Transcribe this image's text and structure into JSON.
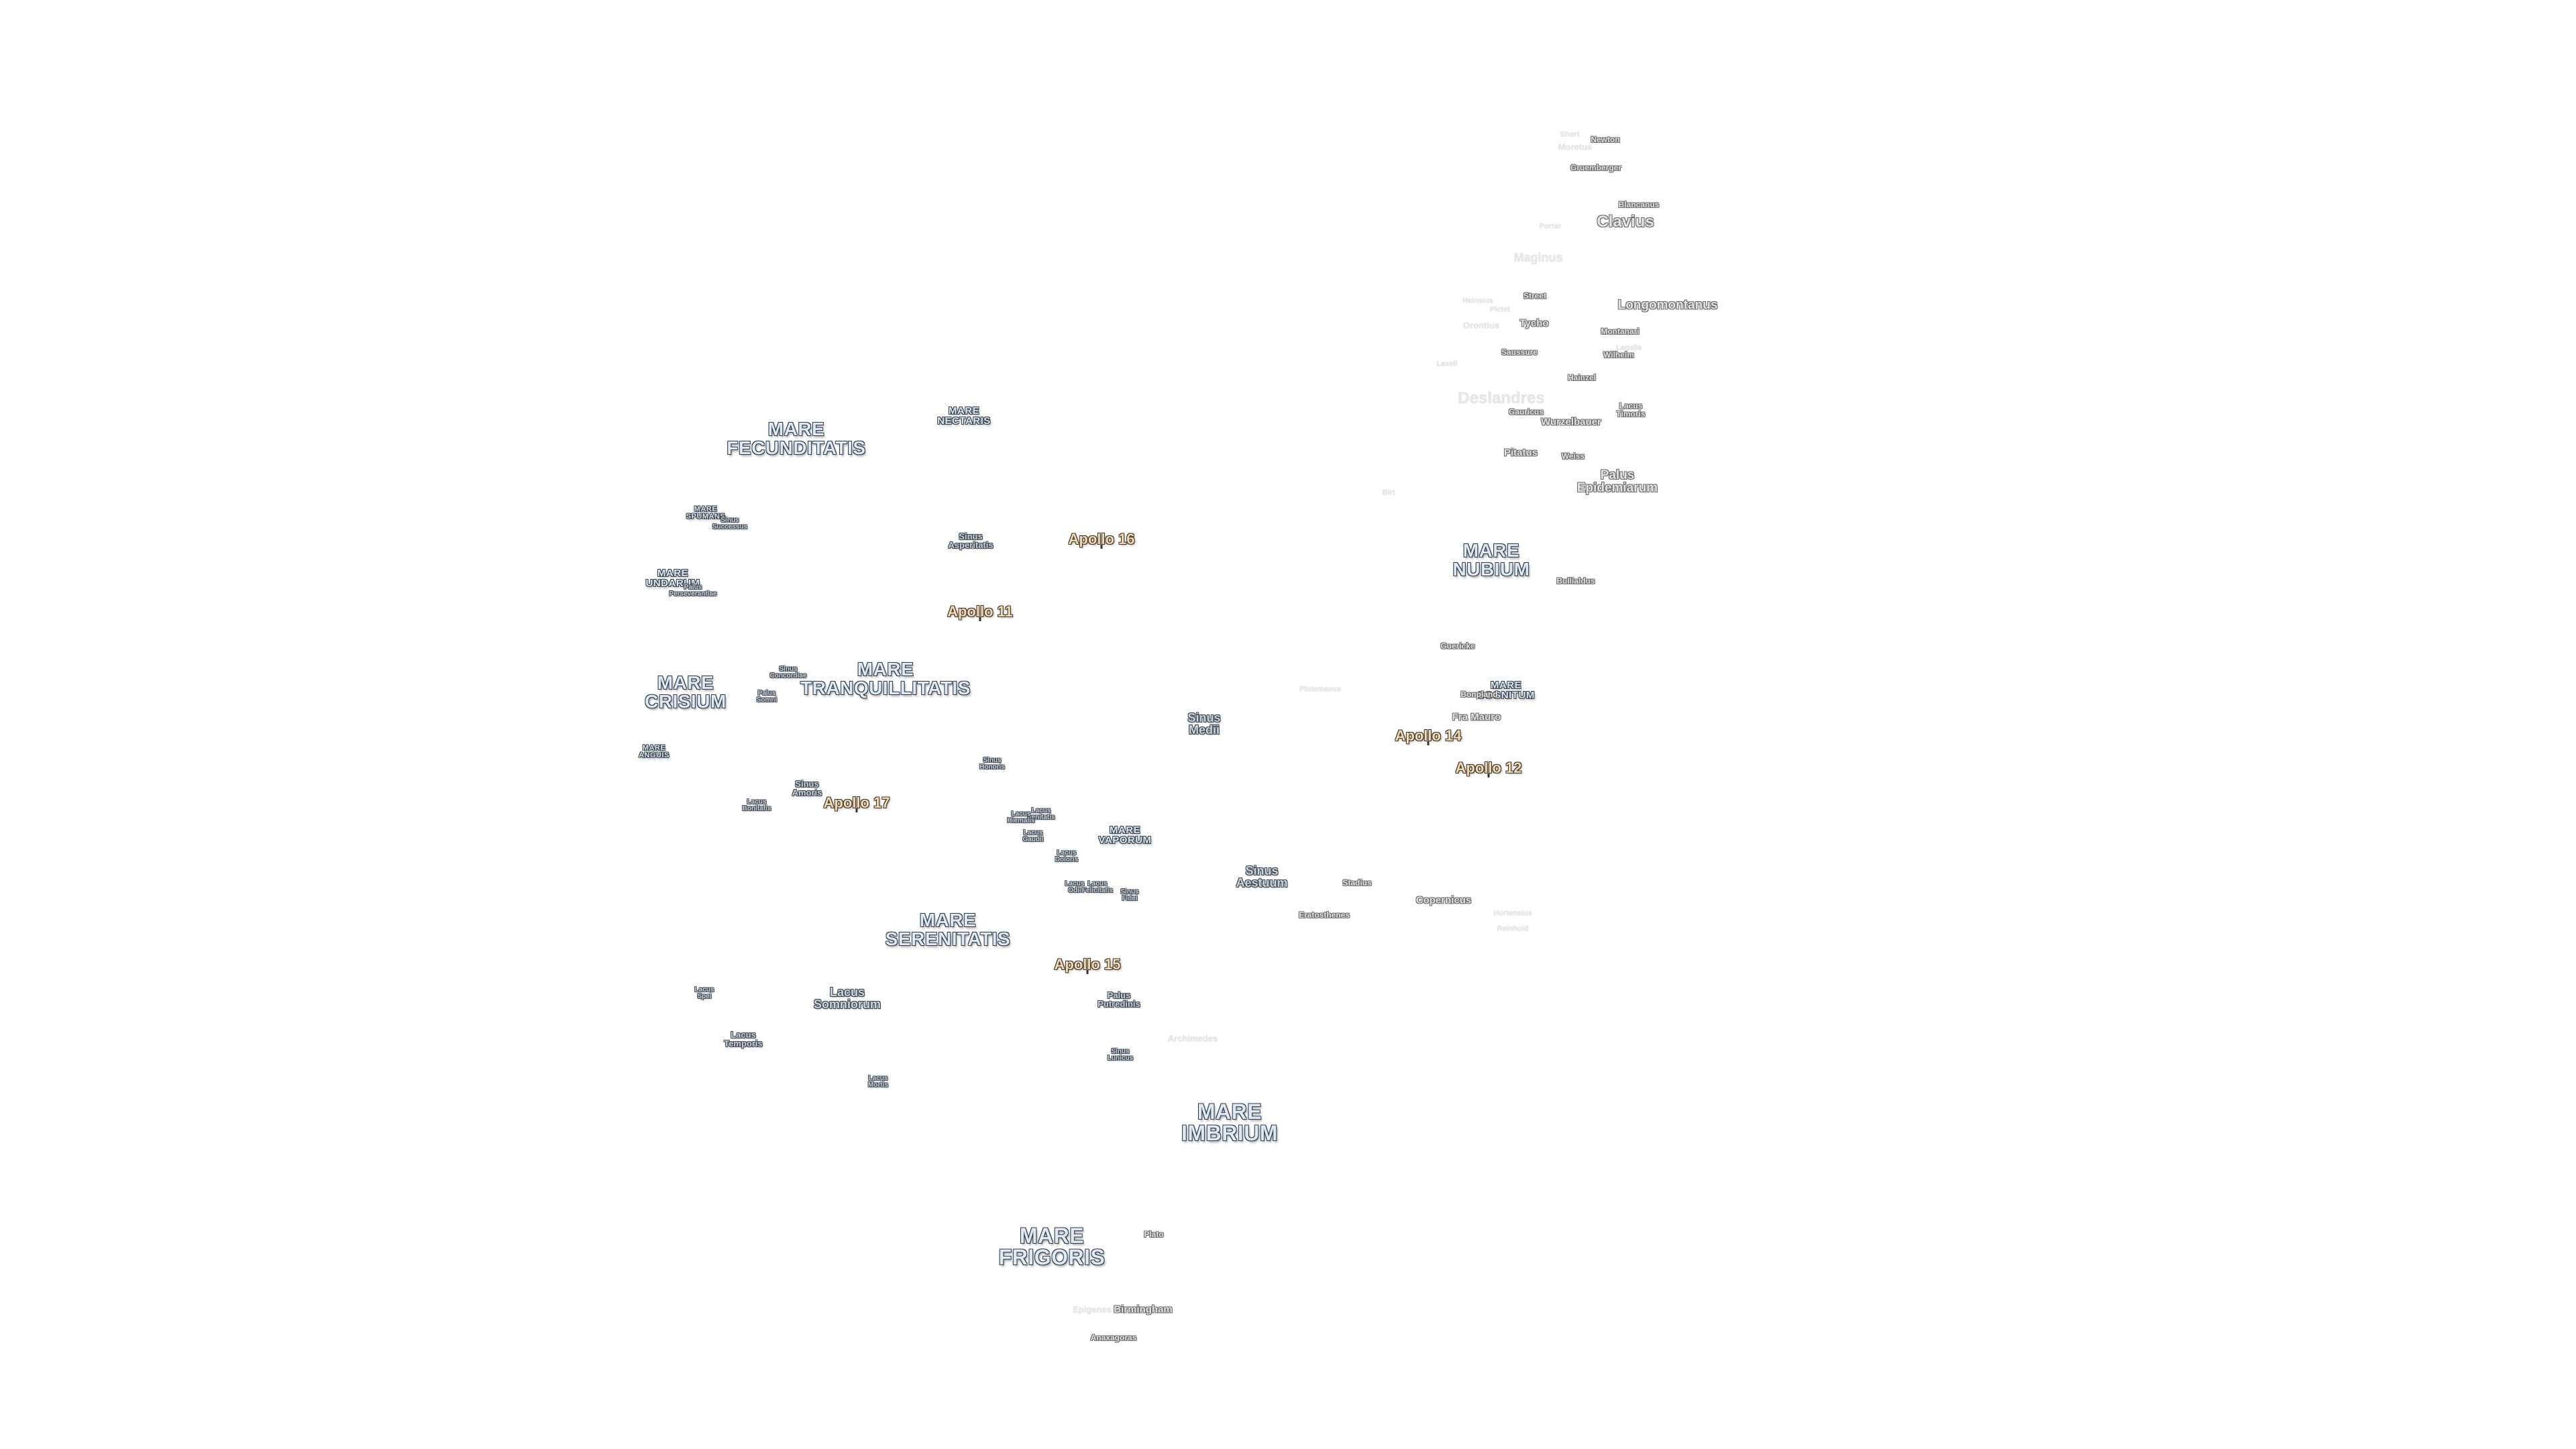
{
  "maria": {
    "fecunditatis": "MARE\nFECUNDITATIS",
    "nectaris": "MARE\nNECTARIS",
    "spumans": "MARE\nSPUMANS",
    "undarum": "MARE\nUNDARUM",
    "crisium": "MARE\nCRISIUM",
    "tranquillitatis": "MARE\nTRANQUILLITATIS",
    "anguis": "MARE\nANGUIS",
    "vaporum": "MARE\nVAPORUM",
    "serenitatis": "MARE\nSERENITATIS",
    "imbrium": "MARE\nIMBRIUM",
    "frigoris": "MARE\nFRIGORIS",
    "nubium": "MARE\nNUBIUM",
    "cognitum": "MARE\nCOGNITUM"
  },
  "features": {
    "sinus_successus": "Sinus\nSuccessus",
    "sinus_asperitatis": "Sinus\nAsperitatis",
    "sinus_fidei_undarum": "Sinus\nFidei",
    "palus_perseverantiae": "Palus\nPerseverantiae",
    "sinus_concordiae": "Sinus\nConcordiae",
    "palus_somni": "Palus\nSomni",
    "sinus_medii": "Sinus\nMedii",
    "sinus_honoris": "Sinus\nHonoris",
    "sinus_amoris": "Sinus\nAmoris",
    "lacus_bonitatis": "Lacus\nBonitatis",
    "lacus_lenitatis": "Lacus\nLenitatis",
    "lacus_hiemalis": "Lacus\nHiemalis",
    "lacus_gaudii": "Lacus\nGaudii",
    "lacus_doloris": "Lacus\nDoloris",
    "lacus_odii": "Lacus\nOdii",
    "lacus_felicitatis": "Lacus\nFelicitatis",
    "sinus_fidei": "Sinus\nFidei",
    "sinus_aestuum": "Sinus\nAestuum",
    "lacus_spei": "Lacus\nSpei",
    "lacus_somniorum": "Lacus\nSomniorum",
    "palus_putredinis": "Palus\nPutredinis",
    "lacus_temporis": "Lacus\nTemporis",
    "sinus_lunicus": "Sinus\nLunicus",
    "lacus_mortis": "Lacus\nMortis",
    "palus_epidemiarum": "Palus\nEpidemiarum",
    "lacus_timoris": "Lacus\nTimoris"
  },
  "craters": {
    "short": "Short",
    "newton": "Newton",
    "moretus": "Moretus",
    "gruemberger": "Gruemberger",
    "blancanus": "Blancanus",
    "clavius": "Clavius",
    "porter": "Porter",
    "maginus": "Maginus",
    "street": "Street",
    "longomontanus": "Longomontanus",
    "pictet": "Pictet",
    "heinsius": "Heinsius",
    "tycho": "Tycho",
    "orontius": "Orontius",
    "montanari": "Montanari",
    "saussure": "Saussure",
    "lagalla": "Lagalla",
    "wilhelm": "Wilhelm",
    "lexell": "Lexell",
    "hainzel": "Hainzel",
    "deslandres": "Deslandres",
    "gauricus": "Gauricus",
    "wurzelbauer": "Wurzelbauer",
    "pitatus": "Pitatus",
    "weiss": "Weiss",
    "birt": "Birt",
    "bullialdus": "Bullialdus",
    "guericke": "Guericke",
    "ptolemaeus": "Ptolemaeus",
    "bonpland": "Bonpland",
    "fra_mauro": "Fra Mauro",
    "stadius": "Stadius",
    "copernicus": "Copernicus",
    "eratosthenes": "Eratosthenes",
    "archimedes": "Archimedes",
    "plato": "Plato",
    "birmingham": "Birmingham",
    "epigenes": "Epigenes",
    "anaxagoras": "Anaxagoras",
    "faint_right_a": "Hortensius",
    "faint_right_b": "Reinhold"
  },
  "apollo": {
    "a16": "Apollo 16",
    "a11": "Apollo 11",
    "a14": "Apollo 14",
    "a12": "Apollo 12",
    "a17": "Apollo 17",
    "a15": "Apollo 15"
  },
  "colors": {
    "background": "#ffffff",
    "mare_fill": "#dfe9f3",
    "apollo_fill": "#f2dcb8"
  }
}
